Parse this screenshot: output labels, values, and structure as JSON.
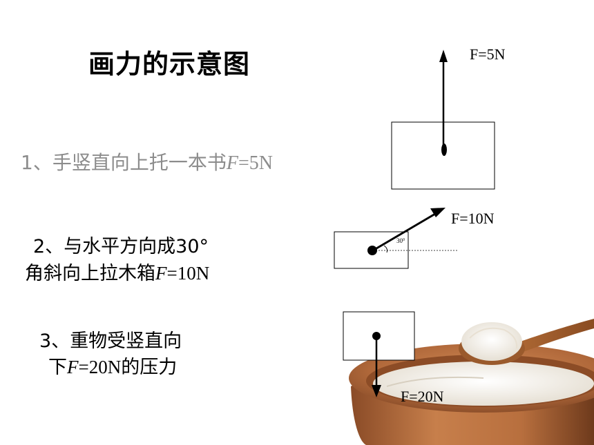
{
  "title": "画力的示意图",
  "items": [
    {
      "num": "1、",
      "text": "手竖直向上托一本书",
      "f": "F",
      "eq": "=5N"
    },
    {
      "num": "2、",
      "line1": "与水平方向成30°",
      "line2_pre": "角斜向上拉木箱",
      "f": "F",
      "eq": "=10N"
    },
    {
      "num": "3、",
      "line1": "重物受竖直向",
      "line2_pre": "下",
      "f": "F",
      "eq": "=20N",
      "line2_post": "的压力"
    }
  ],
  "force_labels": {
    "f1": "F=5N",
    "f2": "F=10N",
    "f3": "F=20N"
  },
  "angle_label": "30",
  "angle_degree_mark": "0",
  "colors": {
    "item1_text": "#8c8c8c",
    "wood": "#b0683a",
    "rice": "#f4f1ea"
  }
}
